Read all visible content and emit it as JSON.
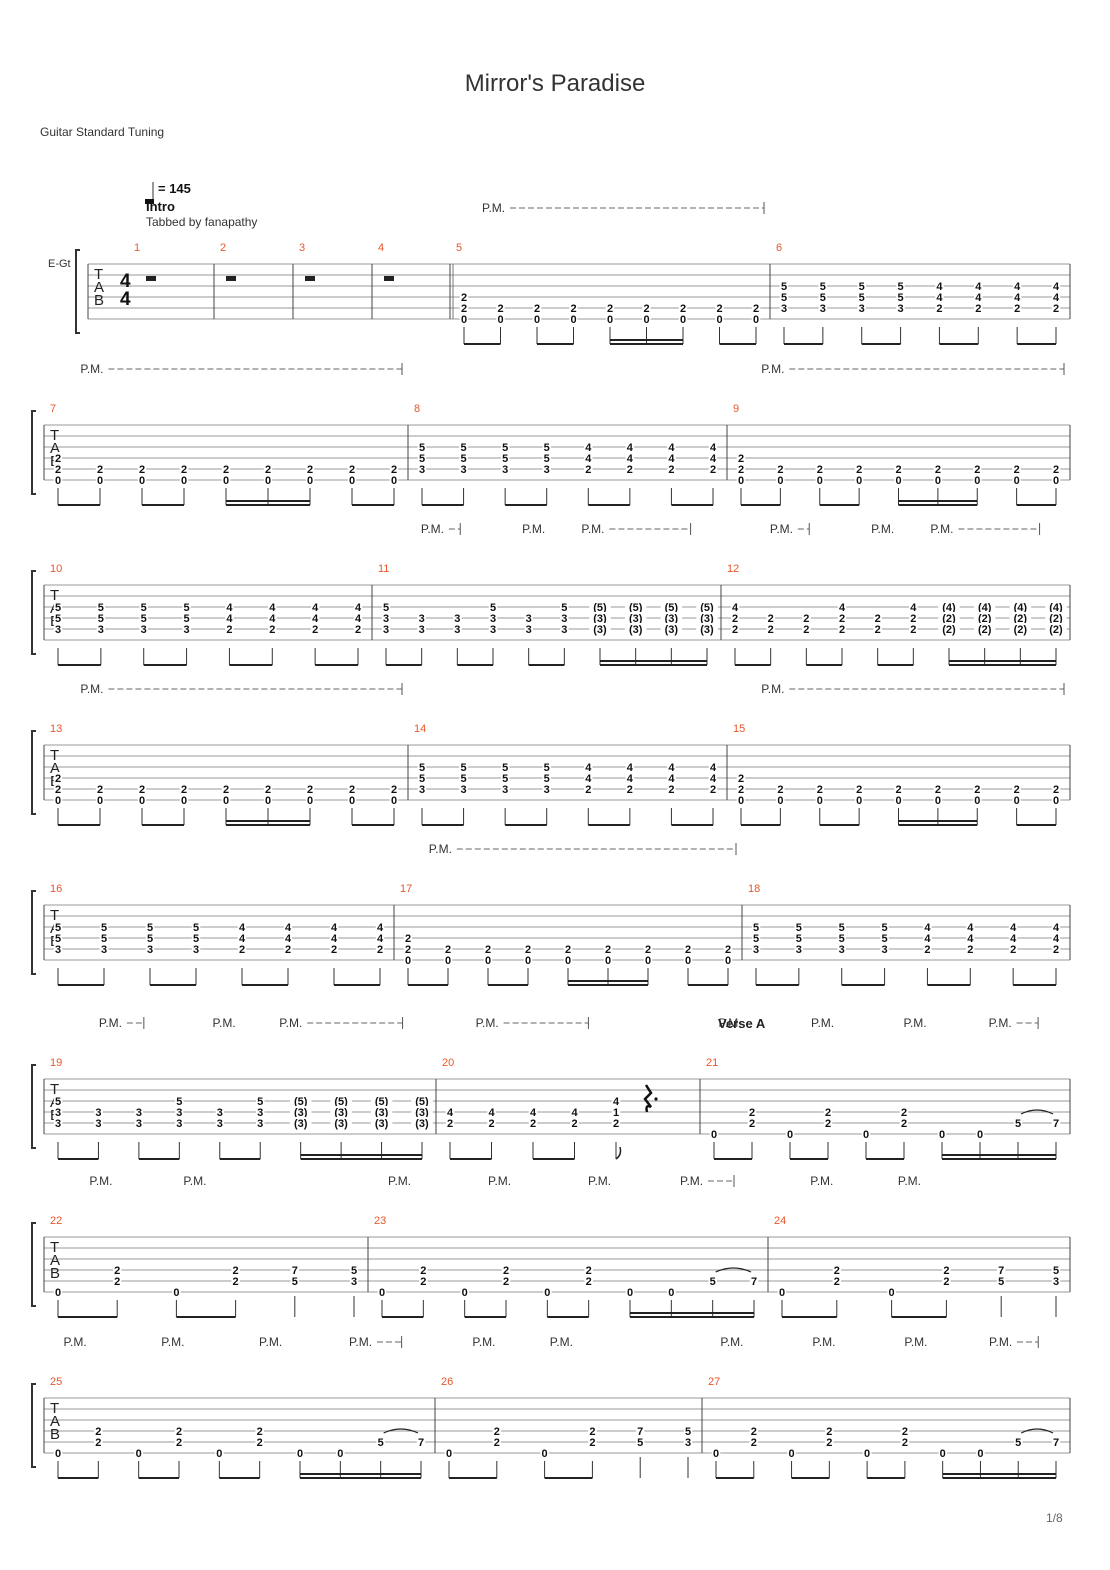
{
  "title": "Mirror's Paradise",
  "tuning": "Guitar Standard Tuning",
  "page": "1/8",
  "track": "E-Gt",
  "tempo": "= 145",
  "section_intro": "Intro",
  "credit": "Tabbed by fanapathy",
  "section_verse": "Verse A",
  "pm": "P.M.",
  "time_signature": [
    "4",
    "4"
  ],
  "clef": [
    "T",
    "A",
    "B"
  ],
  "rows": [
    {
      "measures": [
        {
          "n": "1",
          "rest": true
        },
        {
          "n": "2",
          "rest": true
        },
        {
          "n": "3",
          "rest": true
        },
        {
          "n": "4",
          "rest": true
        },
        {
          "n": "5",
          "pattern": "E",
          "pm": [
            [
              0.1,
              1
            ]
          ]
        },
        {
          "n": "6",
          "pattern": "P"
        }
      ]
    },
    {
      "measures": [
        {
          "n": "7",
          "pattern": "E",
          "pm": [
            [
              0.1,
              1
            ]
          ]
        },
        {
          "n": "8",
          "pattern": "P"
        },
        {
          "n": "9",
          "pattern": "E",
          "pm": [
            [
              0.1,
              1
            ]
          ]
        }
      ]
    },
    {
      "measures": [
        {
          "n": "10",
          "pattern": "P"
        },
        {
          "n": "11",
          "pattern": "F",
          "pm": [
            [
              0.14,
              0.27
            ],
            [
              0.43,
              null
            ],
            [
              0.6,
              0.93
            ]
          ]
        },
        {
          "n": "12",
          "pattern": "G",
          "pm": [
            [
              0.14,
              0.27
            ],
            [
              0.43,
              null
            ],
            [
              0.6,
              0.93
            ]
          ]
        }
      ]
    },
    {
      "measures": [
        {
          "n": "13",
          "pattern": "E",
          "pm": [
            [
              0.1,
              1
            ]
          ]
        },
        {
          "n": "14",
          "pattern": "P"
        },
        {
          "n": "15",
          "pattern": "E",
          "pm": [
            [
              0.1,
              1
            ]
          ]
        }
      ]
    },
    {
      "measures": [
        {
          "n": "16",
          "pattern": "P"
        },
        {
          "n": "17",
          "pattern": "E",
          "pm": [
            [
              0.1,
              1
            ]
          ]
        },
        {
          "n": "18",
          "pattern": "P"
        }
      ]
    },
    {
      "measures": [
        {
          "n": "19",
          "pattern": "F",
          "pm": [
            [
              0.14,
              0.27
            ],
            [
              0.43,
              null
            ],
            [
              0.6,
              0.93
            ]
          ]
        },
        {
          "n": "20",
          "pattern": "H",
          "pm": [
            [
              0.15,
              0.6
            ]
          ]
        },
        {
          "n": "21",
          "pattern": "V1",
          "pm": [
            [
              0.05,
              null
            ],
            [
              0.3,
              null
            ],
            [
              0.55,
              null
            ],
            [
              0.78,
              0.93
            ]
          ],
          "section": true
        }
      ]
    },
    {
      "measures": [
        {
          "n": "22",
          "pattern": "V2",
          "pm": [
            [
              0.14,
              null
            ],
            [
              0.43,
              null
            ]
          ]
        },
        {
          "n": "23",
          "pattern": "V1",
          "pm": [
            [
              0.05,
              null
            ],
            [
              0.3,
              null
            ],
            [
              0.55,
              null
            ],
            [
              0.78,
              0.93
            ]
          ]
        },
        {
          "n": "24",
          "pattern": "V2",
          "pm": [
            [
              0.14,
              null
            ],
            [
              0.43,
              null
            ]
          ]
        }
      ]
    },
    {
      "measures": [
        {
          "n": "25",
          "pattern": "V1",
          "pm": [
            [
              0.05,
              null
            ],
            [
              0.3,
              null
            ],
            [
              0.55,
              null
            ],
            [
              0.78,
              0.93
            ]
          ]
        },
        {
          "n": "26",
          "pattern": "V2",
          "pm": [
            [
              0.14,
              null
            ],
            [
              0.43,
              null
            ]
          ]
        },
        {
          "n": "27",
          "pattern": "V1",
          "pm": [
            [
              0.05,
              null
            ],
            [
              0.3,
              null
            ],
            [
              0.55,
              null
            ],
            [
              0.78,
              0.93
            ]
          ]
        }
      ]
    }
  ],
  "patterns": {
    "E": {
      "chords": [
        [
          [
            3,
            "2"
          ],
          [
            4,
            "2"
          ],
          [
            5,
            "0"
          ]
        ],
        [
          [
            4,
            "2"
          ],
          [
            5,
            "0"
          ]
        ],
        [
          [
            4,
            "2"
          ],
          [
            5,
            "0"
          ]
        ],
        [
          [
            4,
            "2"
          ],
          [
            5,
            "0"
          ]
        ],
        [
          [
            4,
            "2"
          ],
          [
            5,
            "0"
          ]
        ],
        [
          [
            4,
            "2"
          ],
          [
            5,
            "0"
          ]
        ],
        [
          [
            4,
            "2"
          ],
          [
            5,
            "0"
          ]
        ],
        [
          [
            4,
            "2"
          ],
          [
            5,
            "0"
          ]
        ],
        [
          [
            4,
            "2"
          ],
          [
            5,
            "0"
          ]
        ]
      ],
      "beams": [
        [
          0,
          1,
          1
        ],
        [
          2,
          3,
          1
        ],
        [
          4,
          6,
          2
        ],
        [
          7,
          8,
          1
        ]
      ]
    },
    "P": {
      "chords": [
        [
          [
            2,
            "5"
          ],
          [
            3,
            "5"
          ],
          [
            4,
            "3"
          ]
        ],
        [
          [
            2,
            "5"
          ],
          [
            3,
            "5"
          ],
          [
            4,
            "3"
          ]
        ],
        [
          [
            2,
            "5"
          ],
          [
            3,
            "5"
          ],
          [
            4,
            "3"
          ]
        ],
        [
          [
            2,
            "5"
          ],
          [
            3,
            "5"
          ],
          [
            4,
            "3"
          ]
        ],
        [
          [
            2,
            "4"
          ],
          [
            3,
            "4"
          ],
          [
            4,
            "2"
          ]
        ],
        [
          [
            2,
            "4"
          ],
          [
            3,
            "4"
          ],
          [
            4,
            "2"
          ]
        ],
        [
          [
            2,
            "4"
          ],
          [
            3,
            "4"
          ],
          [
            4,
            "2"
          ]
        ],
        [
          [
            2,
            "4"
          ],
          [
            3,
            "4"
          ],
          [
            4,
            "2"
          ]
        ]
      ],
      "beams": [
        [
          0,
          1,
          1
        ],
        [
          2,
          3,
          1
        ],
        [
          4,
          5,
          1
        ],
        [
          6,
          7,
          1
        ]
      ]
    },
    "F": {
      "chords": [
        [
          [
            2,
            "5"
          ],
          [
            3,
            "3"
          ],
          [
            4,
            "3"
          ]
        ],
        [
          [
            3,
            "3"
          ],
          [
            4,
            "3"
          ]
        ],
        [
          [
            3,
            "3"
          ],
          [
            4,
            "3"
          ]
        ],
        [
          [
            2,
            "5"
          ],
          [
            3,
            "3"
          ],
          [
            4,
            "3"
          ]
        ],
        [
          [
            3,
            "3"
          ],
          [
            4,
            "3"
          ]
        ],
        [
          [
            2,
            "5"
          ],
          [
            3,
            "3"
          ],
          [
            4,
            "3"
          ]
        ],
        [
          [
            2,
            "(5)"
          ],
          [
            3,
            "(3)"
          ],
          [
            4,
            "(3)"
          ]
        ],
        [
          [
            2,
            "(5)"
          ],
          [
            3,
            "(3)"
          ],
          [
            4,
            "(3)"
          ]
        ],
        [
          [
            2,
            "(5)"
          ],
          [
            3,
            "(3)"
          ],
          [
            4,
            "(3)"
          ]
        ],
        [
          [
            2,
            "(5)"
          ],
          [
            3,
            "(3)"
          ],
          [
            4,
            "(3)"
          ]
        ]
      ],
      "beams": [
        [
          0,
          1,
          1
        ],
        [
          2,
          3,
          1
        ],
        [
          4,
          5,
          1
        ],
        [
          6,
          9,
          2
        ]
      ]
    },
    "G": {
      "chords": [
        [
          [
            2,
            "4"
          ],
          [
            3,
            "2"
          ],
          [
            4,
            "2"
          ]
        ],
        [
          [
            3,
            "2"
          ],
          [
            4,
            "2"
          ]
        ],
        [
          [
            3,
            "2"
          ],
          [
            4,
            "2"
          ]
        ],
        [
          [
            2,
            "4"
          ],
          [
            3,
            "2"
          ],
          [
            4,
            "2"
          ]
        ],
        [
          [
            3,
            "2"
          ],
          [
            4,
            "2"
          ]
        ],
        [
          [
            2,
            "4"
          ],
          [
            3,
            "2"
          ],
          [
            4,
            "2"
          ]
        ],
        [
          [
            2,
            "(4)"
          ],
          [
            3,
            "(2)"
          ],
          [
            4,
            "(2)"
          ]
        ],
        [
          [
            2,
            "(4)"
          ],
          [
            3,
            "(2)"
          ],
          [
            4,
            "(2)"
          ]
        ],
        [
          [
            2,
            "(4)"
          ],
          [
            3,
            "(2)"
          ],
          [
            4,
            "(2)"
          ]
        ],
        [
          [
            2,
            "(4)"
          ],
          [
            3,
            "(2)"
          ],
          [
            4,
            "(2)"
          ]
        ]
      ],
      "beams": [
        [
          0,
          1,
          1
        ],
        [
          2,
          3,
          1
        ],
        [
          4,
          5,
          1
        ],
        [
          6,
          9,
          2
        ]
      ]
    },
    "H": {
      "chords": [
        [
          [
            3,
            "4"
          ],
          [
            4,
            "2"
          ]
        ],
        [
          [
            3,
            "4"
          ],
          [
            4,
            "2"
          ]
        ],
        [
          [
            3,
            "4"
          ],
          [
            4,
            "2"
          ]
        ],
        [
          [
            3,
            "4"
          ],
          [
            4,
            "2"
          ]
        ],
        [
          [
            2,
            "4"
          ],
          [
            3,
            "1"
          ],
          [
            4,
            "2"
          ]
        ]
      ],
      "beams": [
        [
          0,
          1,
          1
        ],
        [
          2,
          3,
          1
        ]
      ],
      "flag": 4,
      "dotrest": true
    },
    "V1": {
      "chords": [
        [
          [
            5,
            "0"
          ]
        ],
        [
          [
            3,
            "2"
          ],
          [
            4,
            "2"
          ]
        ],
        [
          [
            5,
            "0"
          ]
        ],
        [
          [
            3,
            "2"
          ],
          [
            4,
            "2"
          ]
        ],
        [
          [
            5,
            "0"
          ]
        ],
        [
          [
            3,
            "2"
          ],
          [
            4,
            "2"
          ]
        ],
        [
          [
            5,
            "0"
          ]
        ],
        [
          [
            5,
            "0"
          ]
        ],
        [
          [
            4,
            "5"
          ]
        ],
        [
          [
            4,
            "7"
          ]
        ]
      ],
      "beams": [
        [
          0,
          1,
          1
        ],
        [
          2,
          3,
          1
        ],
        [
          4,
          5,
          1
        ],
        [
          6,
          9,
          2
        ]
      ],
      "tie": [
        8,
        9
      ]
    },
    "V2": {
      "chords": [
        [
          [
            5,
            "0"
          ]
        ],
        [
          [
            3,
            "2"
          ],
          [
            4,
            "2"
          ]
        ],
        [
          [
            5,
            "0"
          ]
        ],
        [
          [
            3,
            "2"
          ],
          [
            4,
            "2"
          ]
        ],
        [
          [
            3,
            "7"
          ],
          [
            4,
            "5"
          ]
        ],
        [
          [
            3,
            "5"
          ],
          [
            4,
            "3"
          ]
        ]
      ],
      "beams": [
        [
          0,
          1,
          1
        ],
        [
          2,
          3,
          1
        ]
      ],
      "stems": [
        4,
        5
      ]
    }
  }
}
